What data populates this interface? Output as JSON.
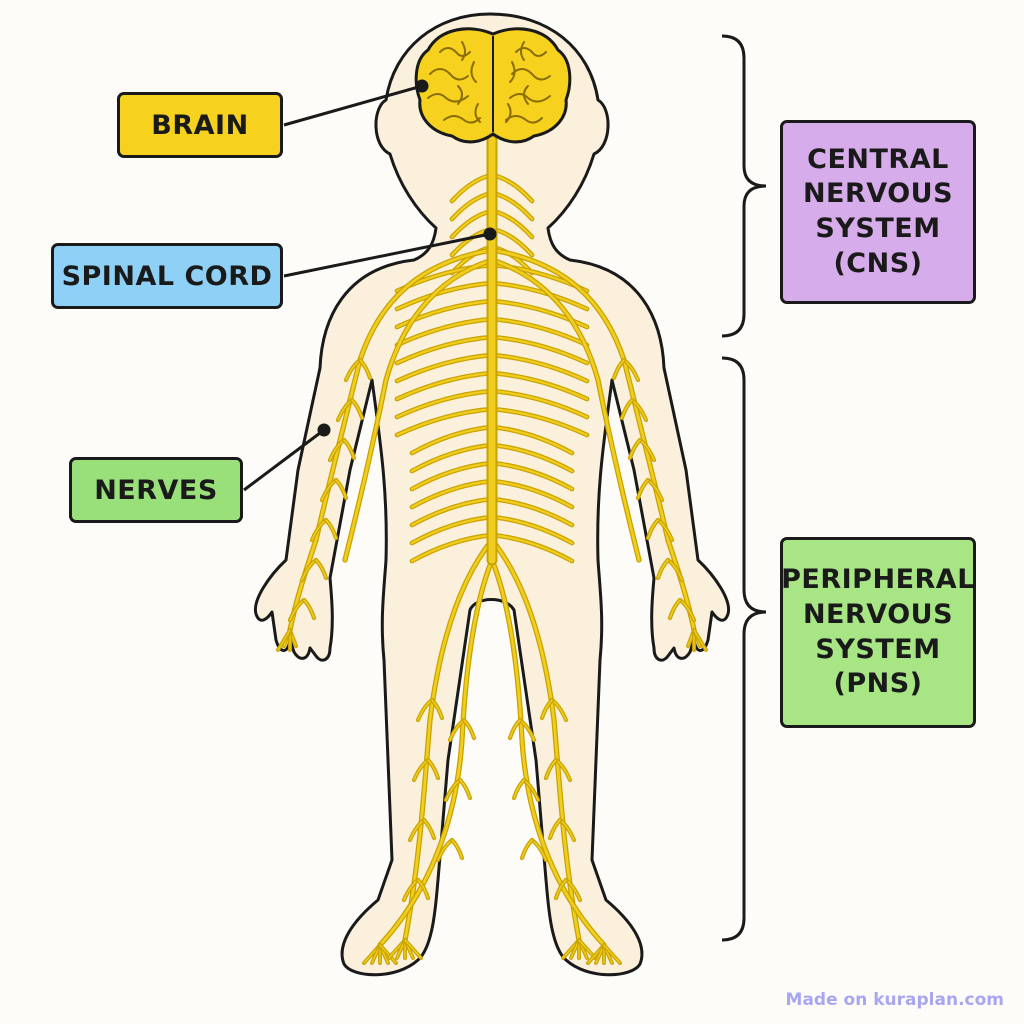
{
  "labels": {
    "brain": "BRAIN",
    "spinal_cord": "SPINAL CORD",
    "nerves": "NERVES",
    "cns": [
      "CENTRAL",
      "NERVOUS",
      "SYSTEM",
      "(CNS)"
    ],
    "pns": [
      "PERIPHERAL",
      "NERVOUS",
      "SYSTEM",
      "(PNS)"
    ]
  },
  "watermark": "Made on kuraplan.com",
  "colors": {
    "background": "#fdfcf8",
    "body_fill": "#faf0dc",
    "outline": "#1a1a1a",
    "nerve": "#f0cd1e",
    "nerve_edge": "#c9a300",
    "brain": "#f6d11e",
    "brain_label": "#f6d11e",
    "spinal_label": "#8fd1f6",
    "nerves_label": "#99e07a",
    "cns_label": "#d6acea",
    "pns_label": "#a8e585",
    "watermark": "#a9a6f0"
  }
}
